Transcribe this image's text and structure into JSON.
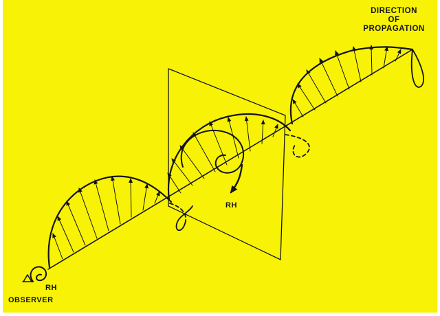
{
  "diagram": {
    "labels": {
      "direction_line1": "DIRECTION",
      "direction_line2": "OF",
      "direction_line3": "PROPAGATION",
      "rh_center": "RH",
      "rh_observer": "RH",
      "observer": "OBSERVER"
    },
    "colors": {
      "background": "#f7f206",
      "ink": "#141414"
    }
  }
}
